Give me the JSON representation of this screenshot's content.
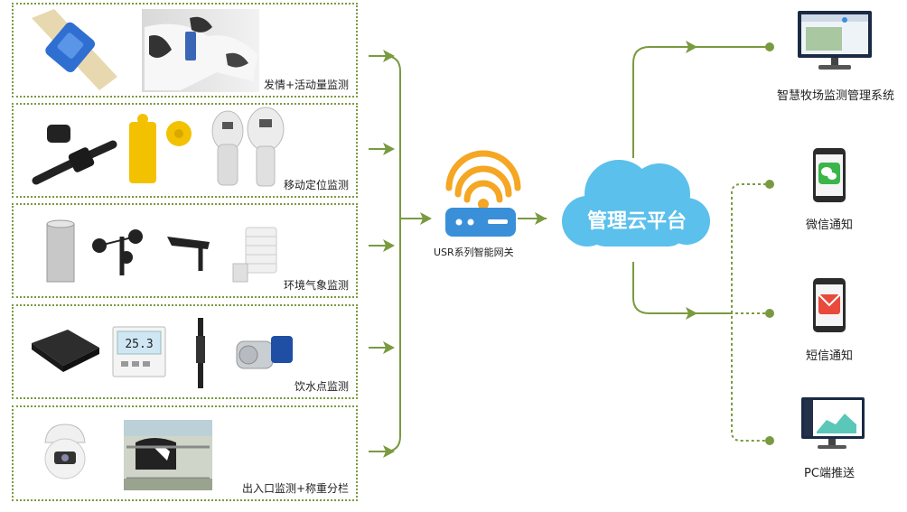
{
  "panels": [
    {
      "label": "发情+活动量监测"
    },
    {
      "label": "移动定位监测"
    },
    {
      "label": "环境气象监测"
    },
    {
      "label": "饮水点监测"
    },
    {
      "label": "出入口监测+称重分栏"
    }
  ],
  "gateway": {
    "label": "USR系列智能网关"
  },
  "cloud": {
    "label": "管理云平台"
  },
  "thermometer": {
    "reading": "25.3"
  },
  "outputs": [
    {
      "label": "智慧牧场监测管理系统"
    },
    {
      "label": "微信通知"
    },
    {
      "label": "短信通知"
    },
    {
      "label": "PC端推送"
    }
  ],
  "colors": {
    "line": "#7a9a40",
    "cloud": "#5bc0eb",
    "wifi": "#f5a623",
    "gateway": "#3a8fd9"
  }
}
